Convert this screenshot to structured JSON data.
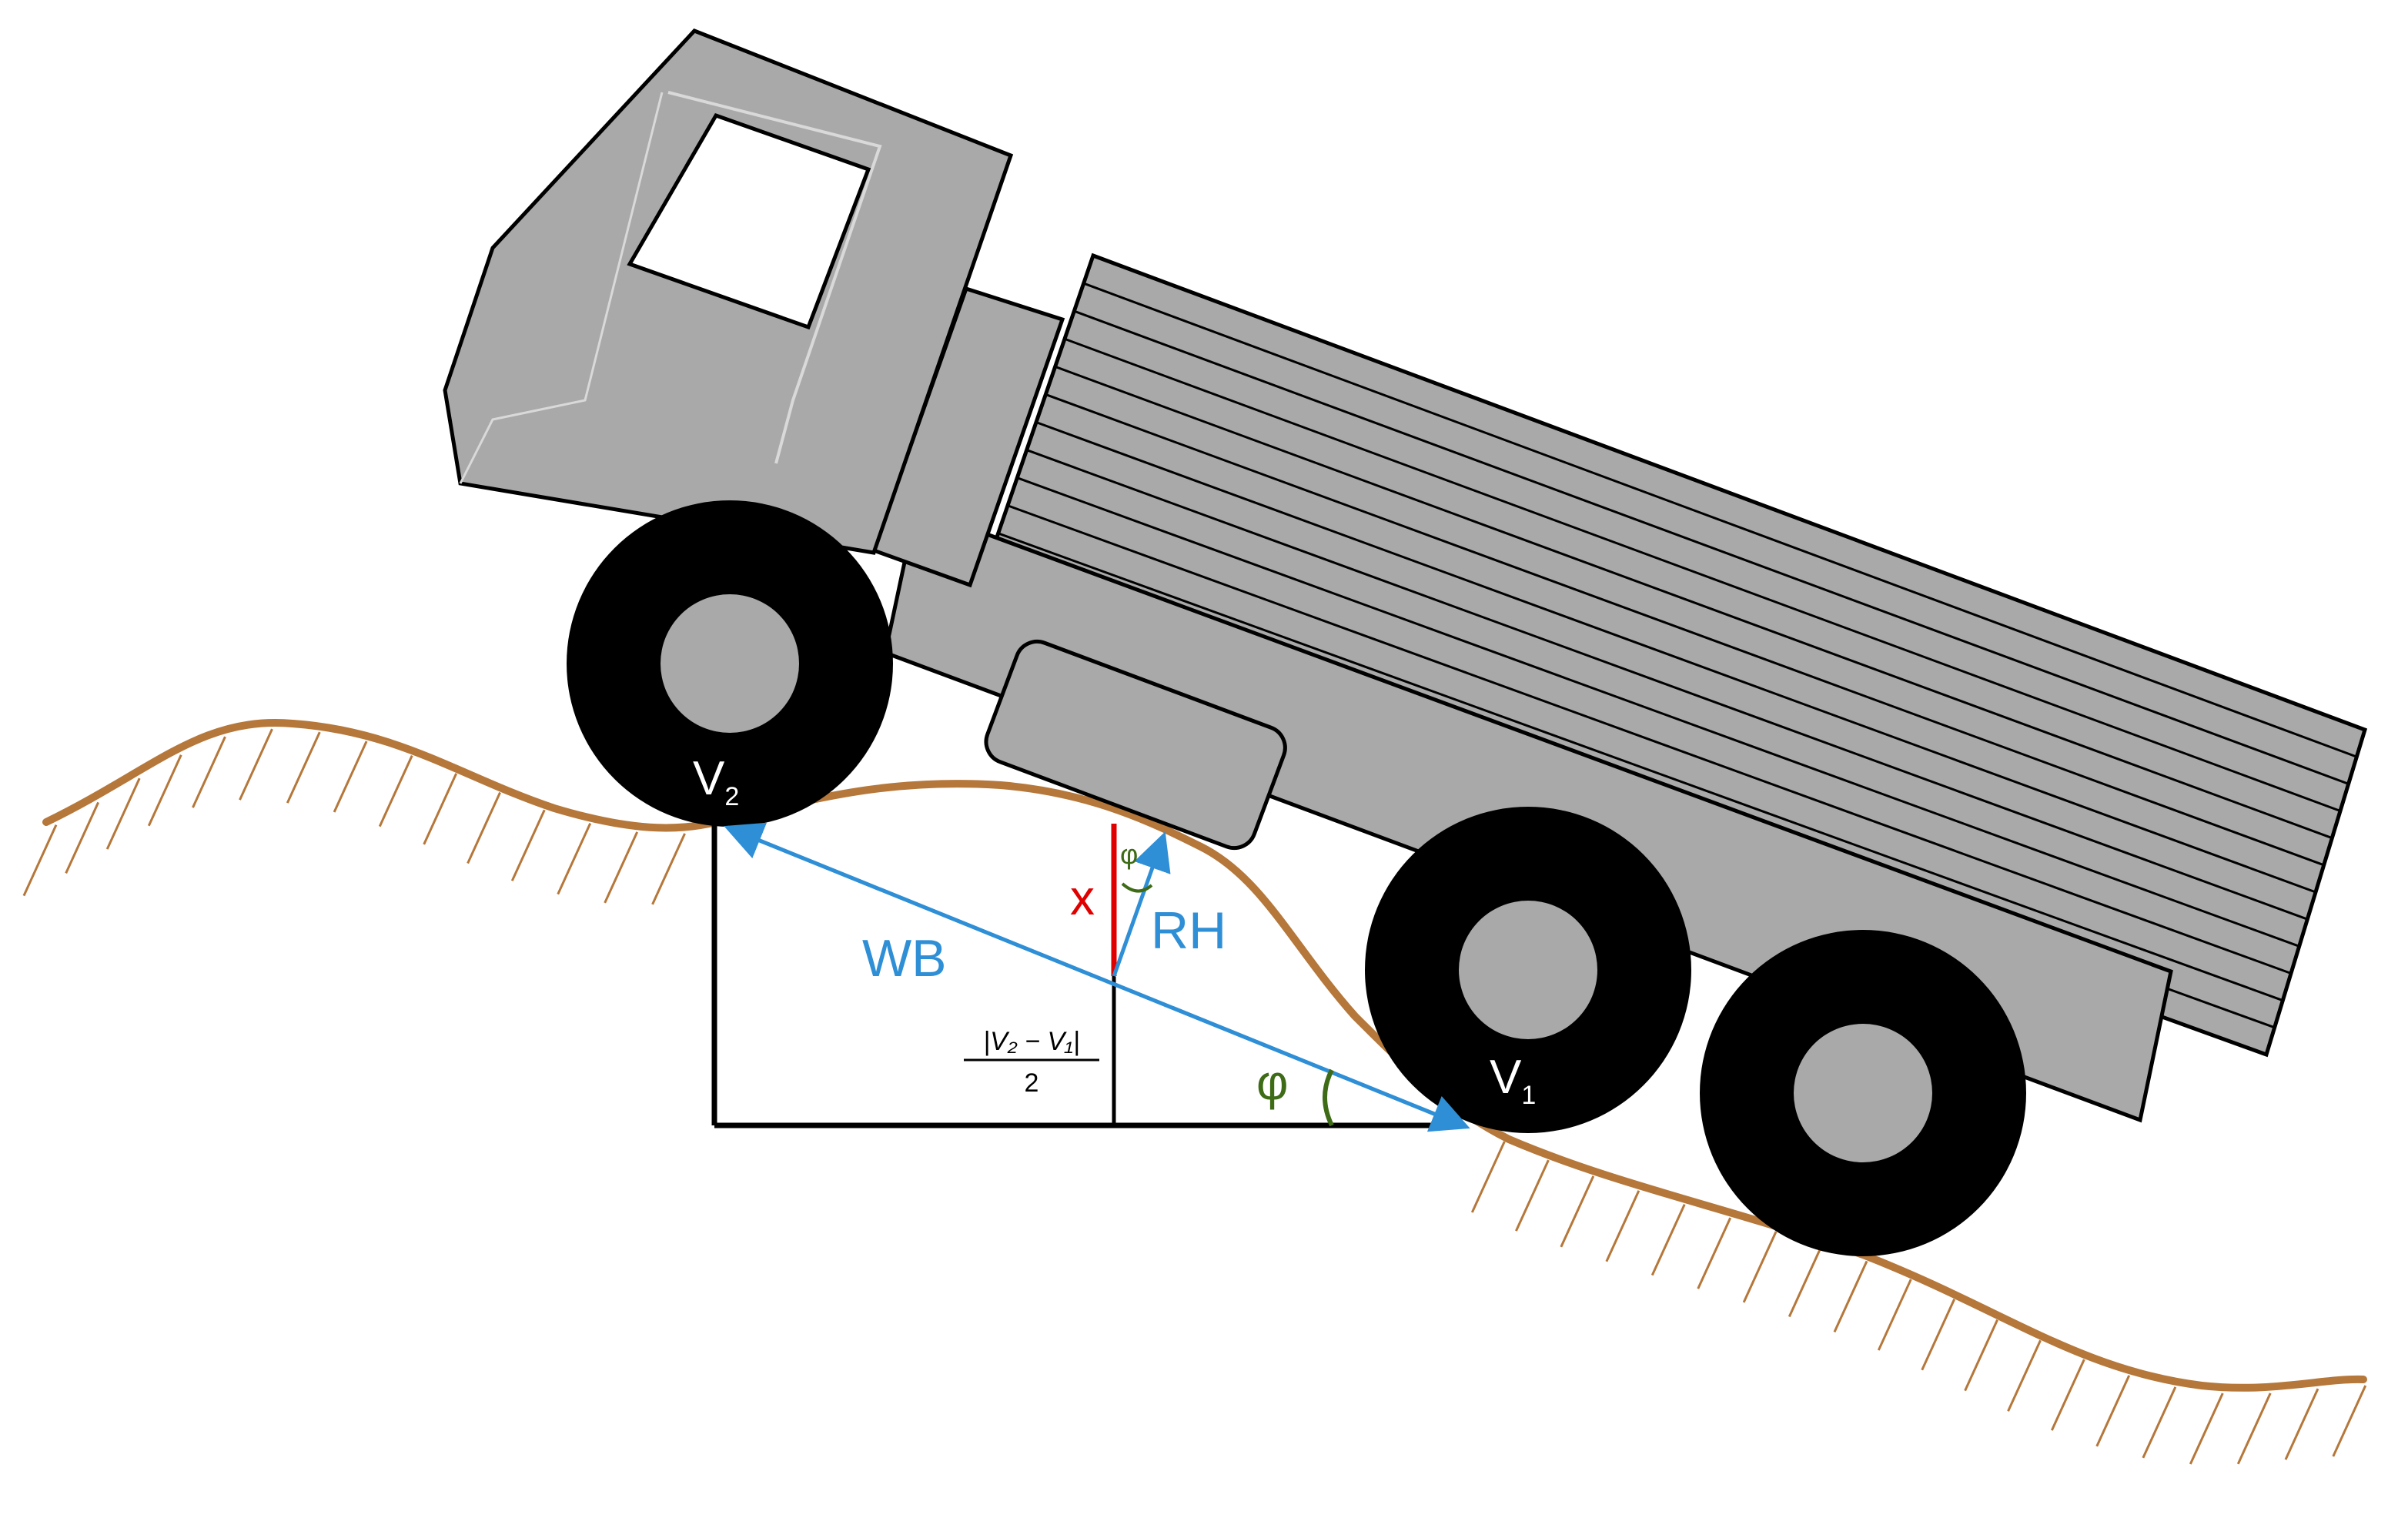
{
  "labels": {
    "v2": {
      "main": "V",
      "sub": "2"
    },
    "v1": {
      "main": "V",
      "sub": "1"
    },
    "wb": "WB",
    "rh": "RH",
    "x": "x",
    "phi_large": "φ",
    "phi_small": "φ",
    "fraction": {
      "numerator": "|V₂ − V₁|",
      "denominator": "2"
    }
  },
  "colors": {
    "terrain": "#b5773a",
    "truck_body": "#a9a9a9",
    "tire": "#000000",
    "blue_vector": "#2f8fd6",
    "red_segment": "#e00000",
    "angle_green": "#3d6b16"
  }
}
